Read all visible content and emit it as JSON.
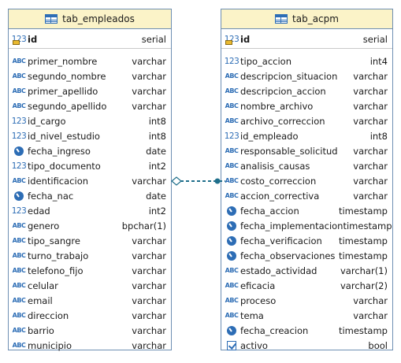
{
  "tables": [
    {
      "title": "tab_empleados",
      "columns": [
        {
          "icon": "key-number-icon",
          "glyph": "123",
          "name": "id",
          "type": "serial",
          "pk": true
        },
        {
          "icon": "text-type-icon",
          "glyph": "ABC",
          "name": "primer_nombre",
          "type": "varchar"
        },
        {
          "icon": "text-type-icon",
          "glyph": "ABC",
          "name": "segundo_nombre",
          "type": "varchar"
        },
        {
          "icon": "text-type-icon",
          "glyph": "ABC",
          "name": "primer_apellido",
          "type": "varchar"
        },
        {
          "icon": "text-type-icon",
          "glyph": "ABC",
          "name": "segundo_apellido",
          "type": "varchar"
        },
        {
          "icon": "number-type-icon",
          "glyph": "123",
          "name": "id_cargo",
          "type": "int8"
        },
        {
          "icon": "number-type-icon",
          "glyph": "123",
          "name": "id_nivel_estudio",
          "type": "int8"
        },
        {
          "icon": "clock-icon",
          "glyph": "",
          "name": "fecha_ingreso",
          "type": "date"
        },
        {
          "icon": "number-type-icon",
          "glyph": "123",
          "name": "tipo_documento",
          "type": "int2"
        },
        {
          "icon": "text-type-icon",
          "glyph": "ABC",
          "name": "identificacion",
          "type": "varchar"
        },
        {
          "icon": "clock-icon",
          "glyph": "",
          "name": "fecha_nac",
          "type": "date"
        },
        {
          "icon": "number-type-icon",
          "glyph": "123",
          "name": "edad",
          "type": "int2"
        },
        {
          "icon": "text-type-icon",
          "glyph": "ABC",
          "name": "genero",
          "type": "bpchar(1)"
        },
        {
          "icon": "text-type-icon",
          "glyph": "ABC",
          "name": "tipo_sangre",
          "type": "varchar"
        },
        {
          "icon": "text-type-icon",
          "glyph": "ABC",
          "name": "turno_trabajo",
          "type": "varchar"
        },
        {
          "icon": "text-type-icon",
          "glyph": "ABC",
          "name": "telefono_fijo",
          "type": "varchar"
        },
        {
          "icon": "text-type-icon",
          "glyph": "ABC",
          "name": "celular",
          "type": "varchar"
        },
        {
          "icon": "text-type-icon",
          "glyph": "ABC",
          "name": "email",
          "type": "varchar"
        },
        {
          "icon": "text-type-icon",
          "glyph": "ABC",
          "name": "direccion",
          "type": "varchar"
        },
        {
          "icon": "text-type-icon",
          "glyph": "ABC",
          "name": "barrio",
          "type": "varchar"
        },
        {
          "icon": "text-type-icon",
          "glyph": "ABC",
          "name": "municipio",
          "type": "varchar"
        }
      ]
    },
    {
      "title": "tab_acpm",
      "columns": [
        {
          "icon": "key-number-icon",
          "glyph": "123",
          "name": "id",
          "type": "serial",
          "pk": true
        },
        {
          "icon": "number-type-icon",
          "glyph": "123",
          "name": "tipo_accion",
          "type": "int4"
        },
        {
          "icon": "text-type-icon",
          "glyph": "ABC",
          "name": "descripcion_situacion",
          "type": "varchar"
        },
        {
          "icon": "text-type-icon",
          "glyph": "ABC",
          "name": "descripcion_accion",
          "type": "varchar"
        },
        {
          "icon": "text-type-icon",
          "glyph": "ABC",
          "name": "nombre_archivo",
          "type": "varchar"
        },
        {
          "icon": "text-type-icon",
          "glyph": "ABC",
          "name": "archivo_correccion",
          "type": "varchar"
        },
        {
          "icon": "number-type-icon",
          "glyph": "123",
          "name": "id_empleado",
          "type": "int8"
        },
        {
          "icon": "text-type-icon",
          "glyph": "ABC",
          "name": "responsable_solicitud",
          "type": "varchar"
        },
        {
          "icon": "text-type-icon",
          "glyph": "ABC",
          "name": "analisis_causas",
          "type": "varchar"
        },
        {
          "icon": "text-type-icon",
          "glyph": "ABC",
          "name": "costo_correccion",
          "type": "varchar"
        },
        {
          "icon": "text-type-icon",
          "glyph": "ABC",
          "name": "accion_correctiva",
          "type": "varchar"
        },
        {
          "icon": "clock-icon",
          "glyph": "",
          "name": "fecha_accion",
          "type": "timestamp"
        },
        {
          "icon": "clock-icon",
          "glyph": "",
          "name": "fecha_implementacion",
          "type": "timestamp"
        },
        {
          "icon": "clock-icon",
          "glyph": "",
          "name": "fecha_verificacion",
          "type": "timestamp"
        },
        {
          "icon": "clock-icon",
          "glyph": "",
          "name": "fecha_observaciones",
          "type": "timestamp"
        },
        {
          "icon": "text-type-icon",
          "glyph": "ABC",
          "name": "estado_actividad",
          "type": "varchar(1)"
        },
        {
          "icon": "text-type-icon",
          "glyph": "ABC",
          "name": "eficacia",
          "type": "varchar(2)"
        },
        {
          "icon": "text-type-icon",
          "glyph": "ABC",
          "name": "proceso",
          "type": "varchar"
        },
        {
          "icon": "text-type-icon",
          "glyph": "ABC",
          "name": "tema",
          "type": "varchar"
        },
        {
          "icon": "clock-icon",
          "glyph": "",
          "name": "fecha_creacion",
          "type": "timestamp"
        },
        {
          "icon": "checkbox-icon",
          "glyph": "",
          "name": "activo",
          "type": "bool"
        }
      ]
    }
  ],
  "colors": {
    "header_bg": "#fbf3c8",
    "border": "#6e8fb3",
    "icon_blue": "#2d6db5",
    "relation_line": "#1f6f8b"
  }
}
